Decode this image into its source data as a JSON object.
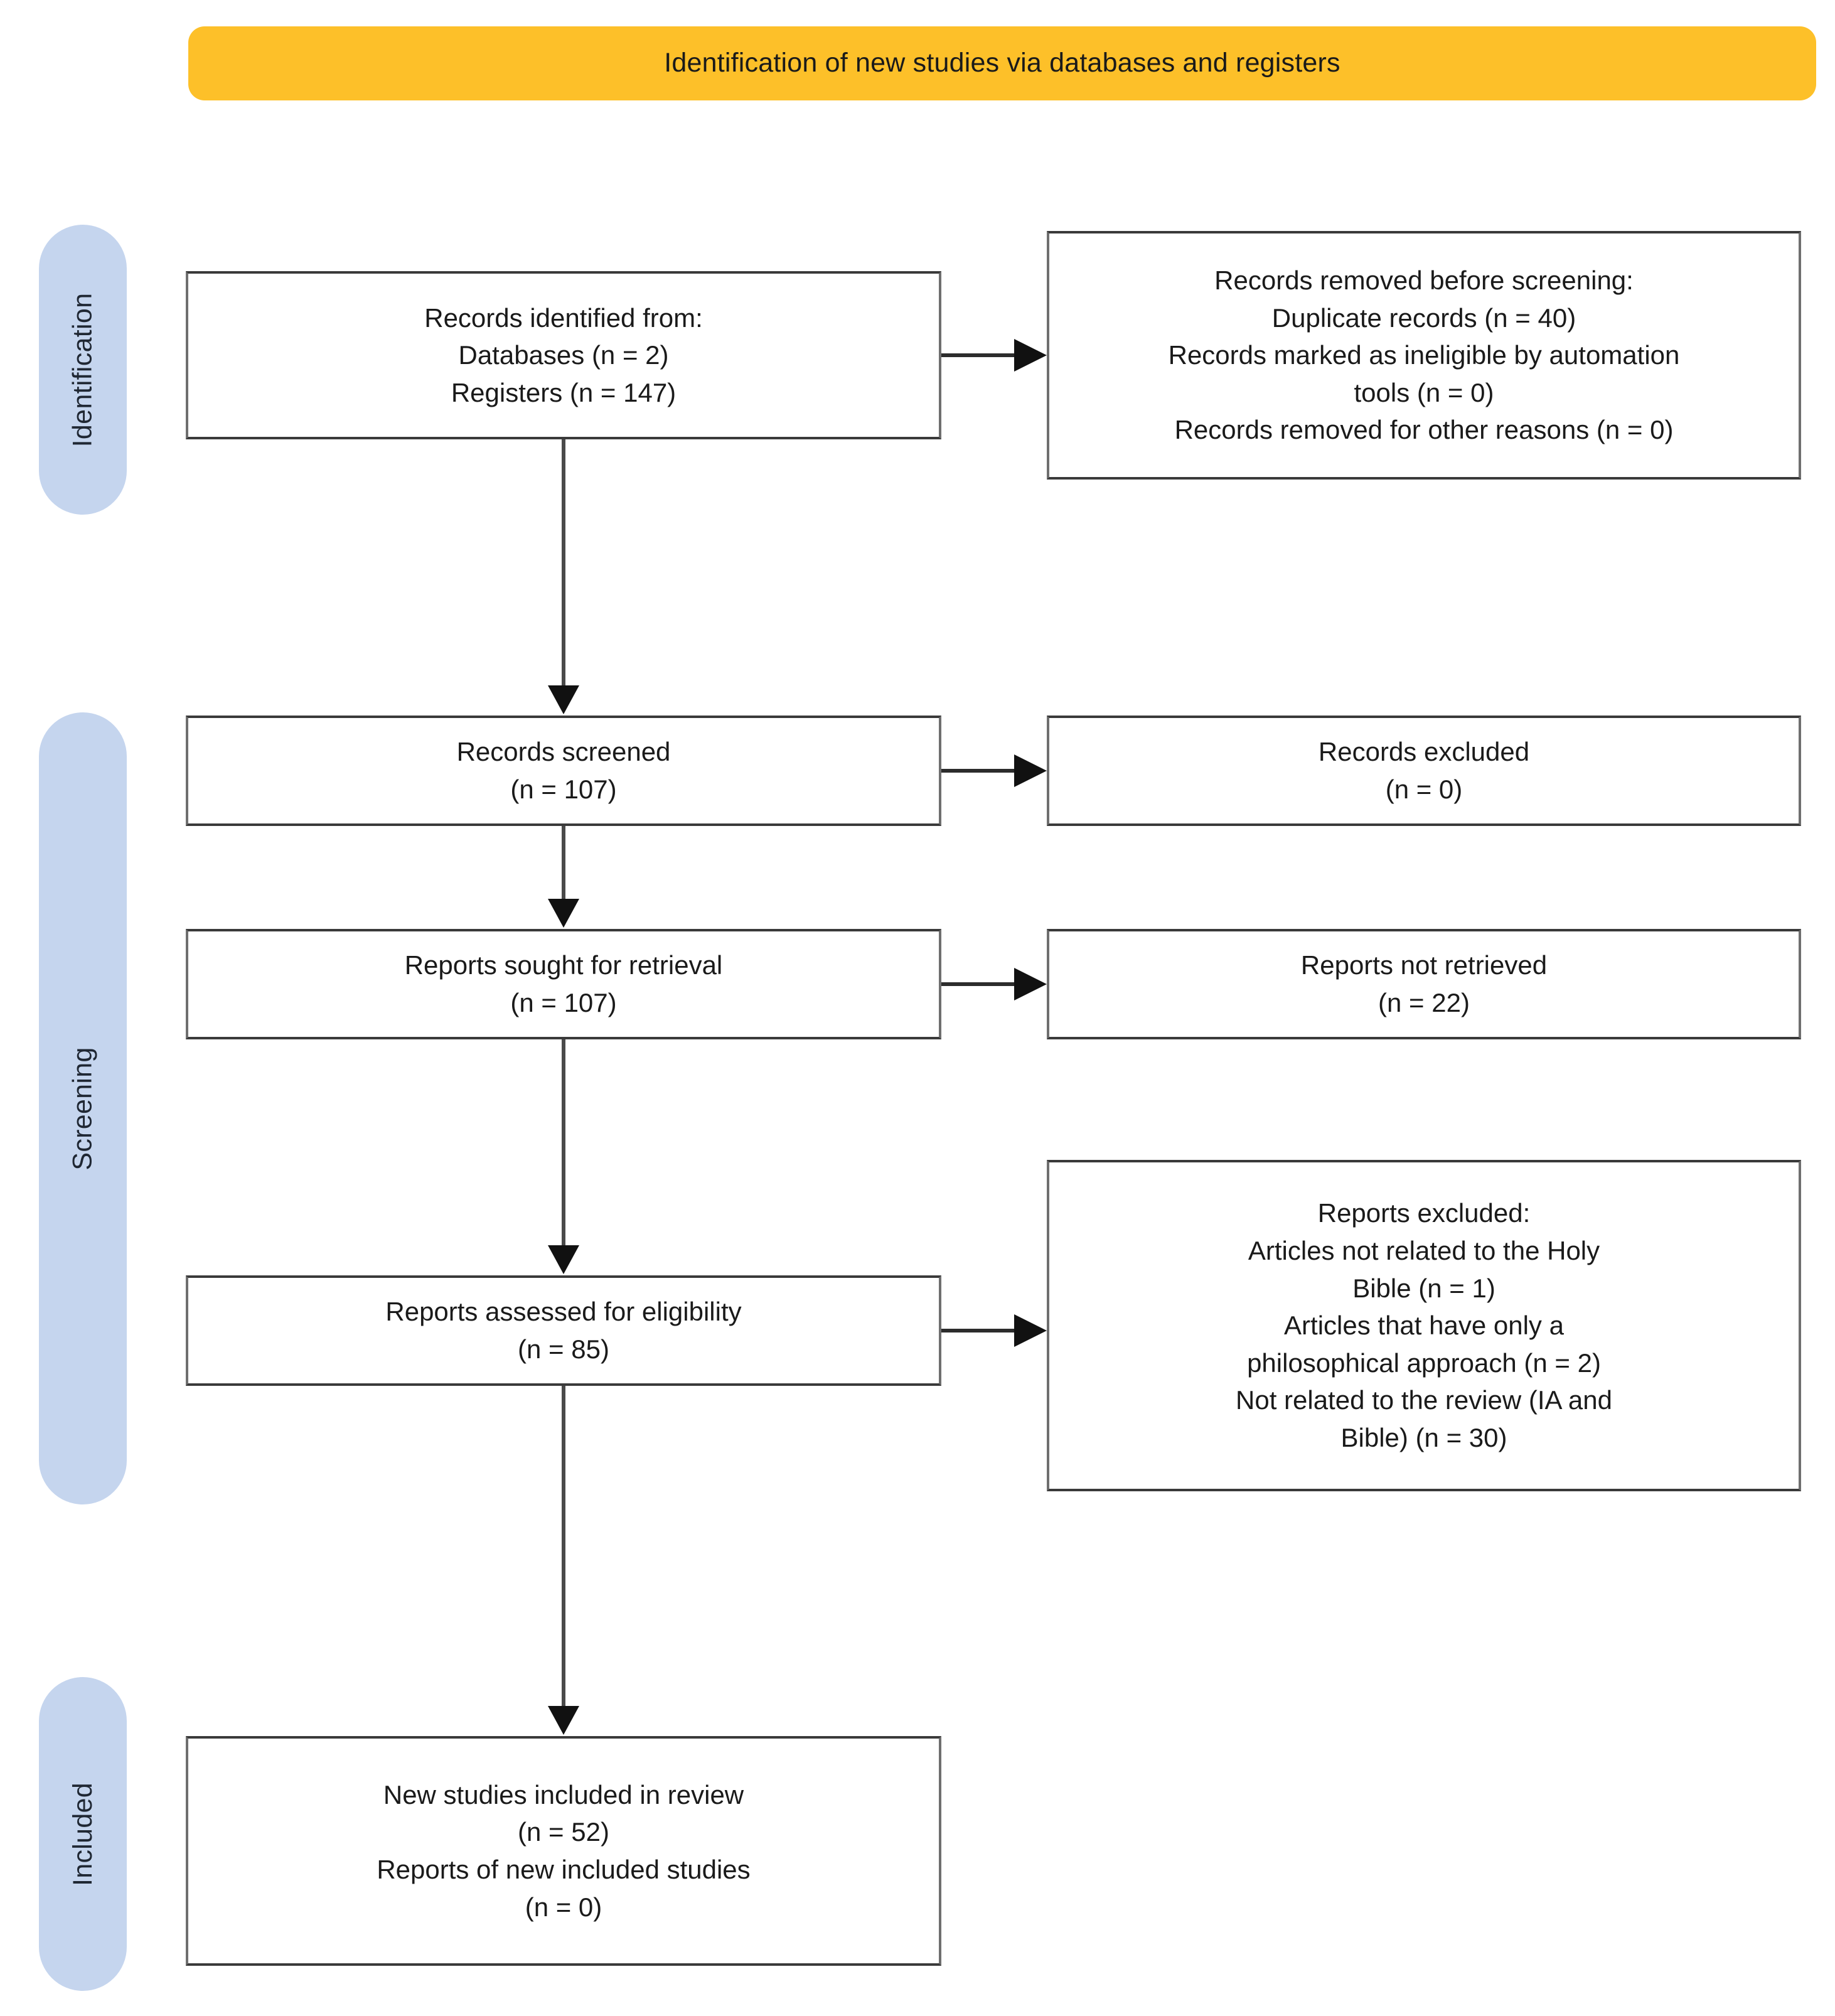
{
  "diagram": {
    "type": "prisma-flow-diagram",
    "header": {
      "title": "Identification of new studies via databases and registers",
      "background_color": "#FDC029"
    },
    "stages": [
      {
        "id": "identification",
        "label": "Identification",
        "background_color": "#C5D5EE"
      },
      {
        "id": "screening",
        "label": "Screening",
        "background_color": "#C5D5EE"
      },
      {
        "id": "included",
        "label": "Included",
        "background_color": "#C5D5EE"
      }
    ],
    "boxes": {
      "identified": {
        "line1": "Records identified from:",
        "line2": "Databases (n = 2)",
        "line3": "Registers (n = 147)"
      },
      "removed": {
        "line1": "Records removed before screening:",
        "line2": "Duplicate records (n = 40)",
        "line3": "Records marked as ineligible by automation",
        "line4": "tools (n = 0)",
        "line5": "Records removed for other reasons (n = 0)"
      },
      "screened": {
        "line1": "Records screened",
        "line2": "(n = 107)"
      },
      "excluded_records": {
        "line1": "Records excluded",
        "line2": "(n = 0)"
      },
      "sought": {
        "line1": "Reports sought for retrieval",
        "line2": "(n = 107)"
      },
      "not_retrieved": {
        "line1": "Reports not retrieved",
        "line2": "(n = 22)"
      },
      "assessed": {
        "line1": "Reports assessed for eligibility",
        "line2": "(n = 85)"
      },
      "reports_excluded": {
        "line1": "Reports excluded:",
        "line2": "Articles not related to the Holy",
        "line3": "Bible (n = 1)",
        "line4": "Articles that have only a",
        "line5": "philosophical approach (n = 2)",
        "line6": "Not related to the review (IA and",
        "line7": "Bible) (n = 30)"
      },
      "included": {
        "line1": "New studies included in review",
        "line2": "(n = 52)",
        "line3": "Reports of new included studies",
        "line4": "(n = 0)"
      }
    },
    "counts": {
      "databases": 2,
      "registers": 147,
      "duplicate_records": 40,
      "ineligible_by_automation_tools": 0,
      "removed_other_reasons": 0,
      "records_screened": 107,
      "records_excluded": 0,
      "reports_sought": 107,
      "reports_not_retrieved": 22,
      "reports_assessed": 85,
      "excluded_not_holy_bible": 1,
      "excluded_philosophical_only": 2,
      "excluded_not_related_ia_bible": 30,
      "new_studies_included": 52,
      "reports_of_new_included_studies": 0
    }
  }
}
